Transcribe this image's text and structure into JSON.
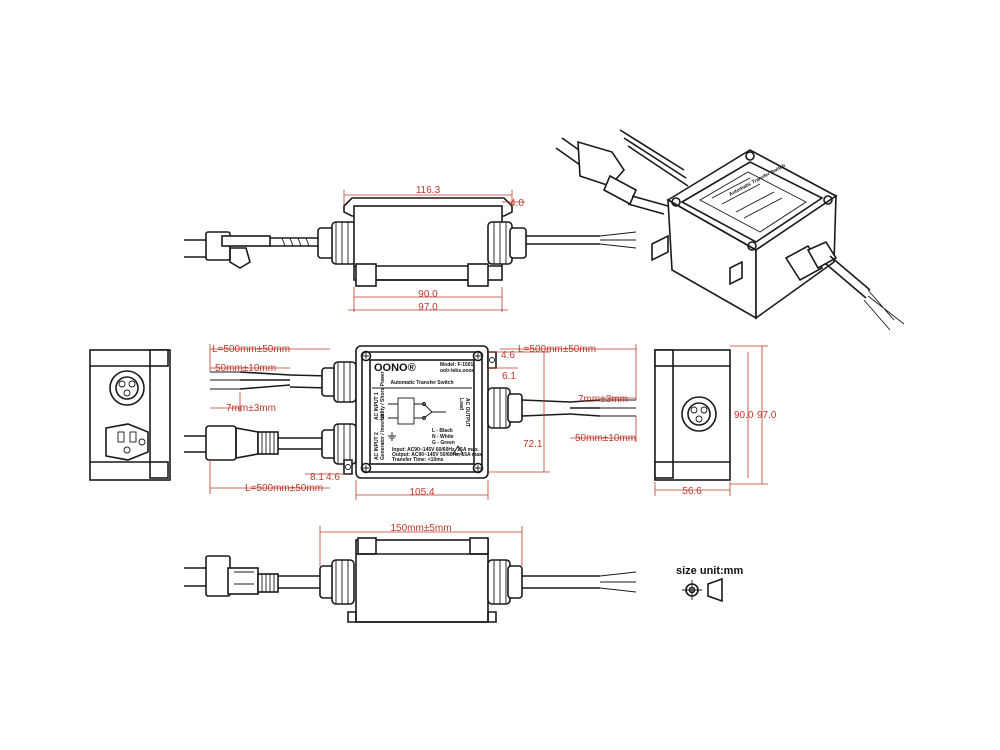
{
  "colors": {
    "line": "#1a1a1a",
    "dimension": "#c0392b",
    "background": "#ffffff"
  },
  "top_view": {
    "width": "116.3",
    "flange": "4.0",
    "inner": "90.0",
    "outer": "97.0"
  },
  "front_view": {
    "cable_left_top": "L=500mm±50mm",
    "strip_outer": "50mm±10mm",
    "strip_inner": "7mm±3mm",
    "cable_left_bottom": "L=500mm±50mm",
    "cable_right": "L=500mm±50mm",
    "right_strip_inner": "7mm±3mm",
    "right_strip_outer": "50mm±10mm",
    "ear_h": "4.6",
    "ear_v": "6.1",
    "ear_bl_v": "8.1",
    "ear_bl_h": "4.6",
    "height": "72.1",
    "width": "105.4",
    "label": {
      "brand": "OONO®",
      "model": "Model: F-1501",
      "site": "oolr-lebs.oooo",
      "title": "Automatic Transfer Switch",
      "in1": "AC INPUT 1",
      "in1_desc": "Utility / Shore Power",
      "in2": "AC INPUT 2",
      "in2_desc": "Generator / Inverter",
      "out": "AC OUTPUT",
      "out_desc": "Load",
      "wire_l": "L - Black",
      "wire_n": "N - White",
      "wire_g": "G - Green",
      "spec1": "Input: AC90~145V 60/60Hz, 15A max.",
      "spec2": "Output: AC90~145V 50/60Hz, 15A max.",
      "spec3": "Transfer Time: <10ms"
    }
  },
  "side_view": {
    "inner": "90.0",
    "outer": "97.0",
    "depth": "56.6"
  },
  "bottom_view": {
    "length": "150mm±5mm"
  },
  "iso_view": {
    "label_title": "Automatic Transfer Switch"
  },
  "units_note": "size unit:mm",
  "icons": [
    "plug-icon",
    "cable-gland-icon",
    "screw-icon",
    "ground-icon",
    "projection-symbol-icon"
  ]
}
